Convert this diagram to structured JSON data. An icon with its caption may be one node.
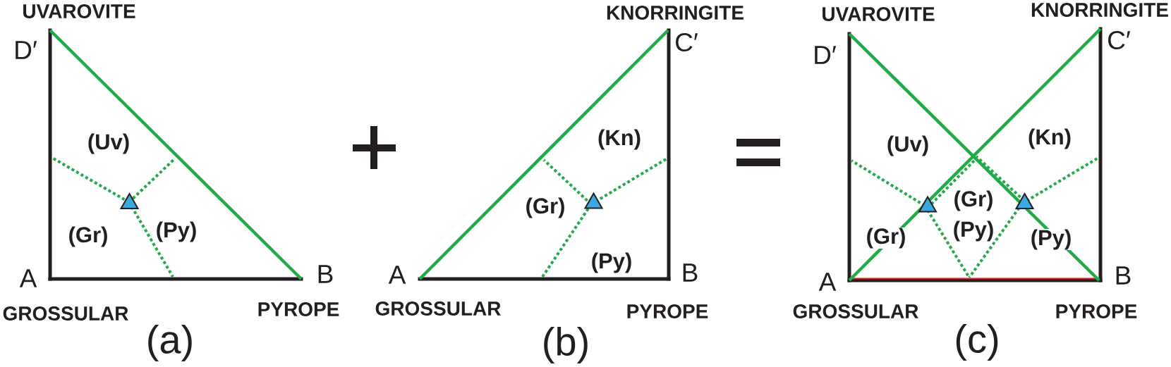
{
  "diagram": {
    "labels": [
      "UVAROVITE",
      "D′",
      "(Uv)",
      "(Gr)",
      "(Py)",
      "A",
      "B",
      "GROSSULAR",
      "PYROPE",
      "(a)",
      "KNORRINGITE",
      "C′",
      "(Kn)",
      "(Gr)",
      "(Py)",
      "A",
      "B",
      "GROSSULAR",
      "PYROPE",
      "(b)",
      "UVAROVITE",
      "KNORRINGITE",
      "D′",
      "C′",
      "(Uv)",
      "(Kn)",
      "(Gr)",
      "(Gr)",
      "(Py)",
      "(Py)",
      "A",
      "B",
      "GROSSULAR",
      "PYROPE",
      "(c)"
    ]
  }
}
